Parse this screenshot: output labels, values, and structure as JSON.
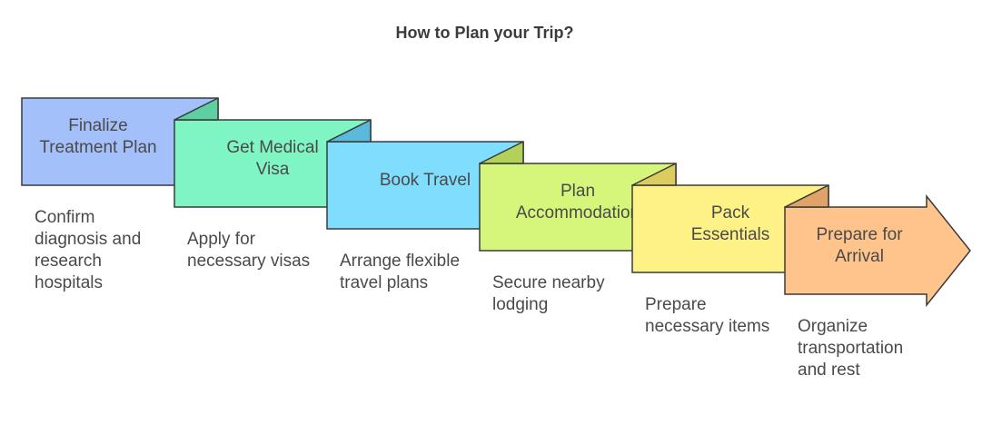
{
  "title": "How to Plan your Trip?",
  "steps": [
    {
      "label_lines": [
        "Finalize",
        "Treatment Plan"
      ],
      "description": "Confirm diagnosis and research hospitals",
      "color": "#A4C0FB",
      "fold_color": "#7F99D6"
    },
    {
      "label_lines": [
        "Get Medical",
        "Visa"
      ],
      "description": "Apply for necessary visas",
      "color": "#80F5C4",
      "fold_color": "#5ECFA0"
    },
    {
      "label_lines": [
        "Book Travel"
      ],
      "description": "Arrange flexible travel plans",
      "color": "#7FDDFD",
      "fold_color": "#5BB9DA"
    },
    {
      "label_lines": [
        "Plan",
        "Accommodation"
      ],
      "description": "Secure nearby lodging",
      "color": "#D5F67A",
      "fold_color": "#B2D158"
    },
    {
      "label_lines": [
        "Pack",
        "Essentials"
      ],
      "description": "Prepare necessary items",
      "color": "#FEF185",
      "fold_color": "#DCCB5F"
    },
    {
      "label_lines": [
        "Prepare for",
        "Arrival"
      ],
      "description": "Organize transportation and rest",
      "color": "#FFC48C",
      "fold_color": "#E0A269"
    }
  ]
}
